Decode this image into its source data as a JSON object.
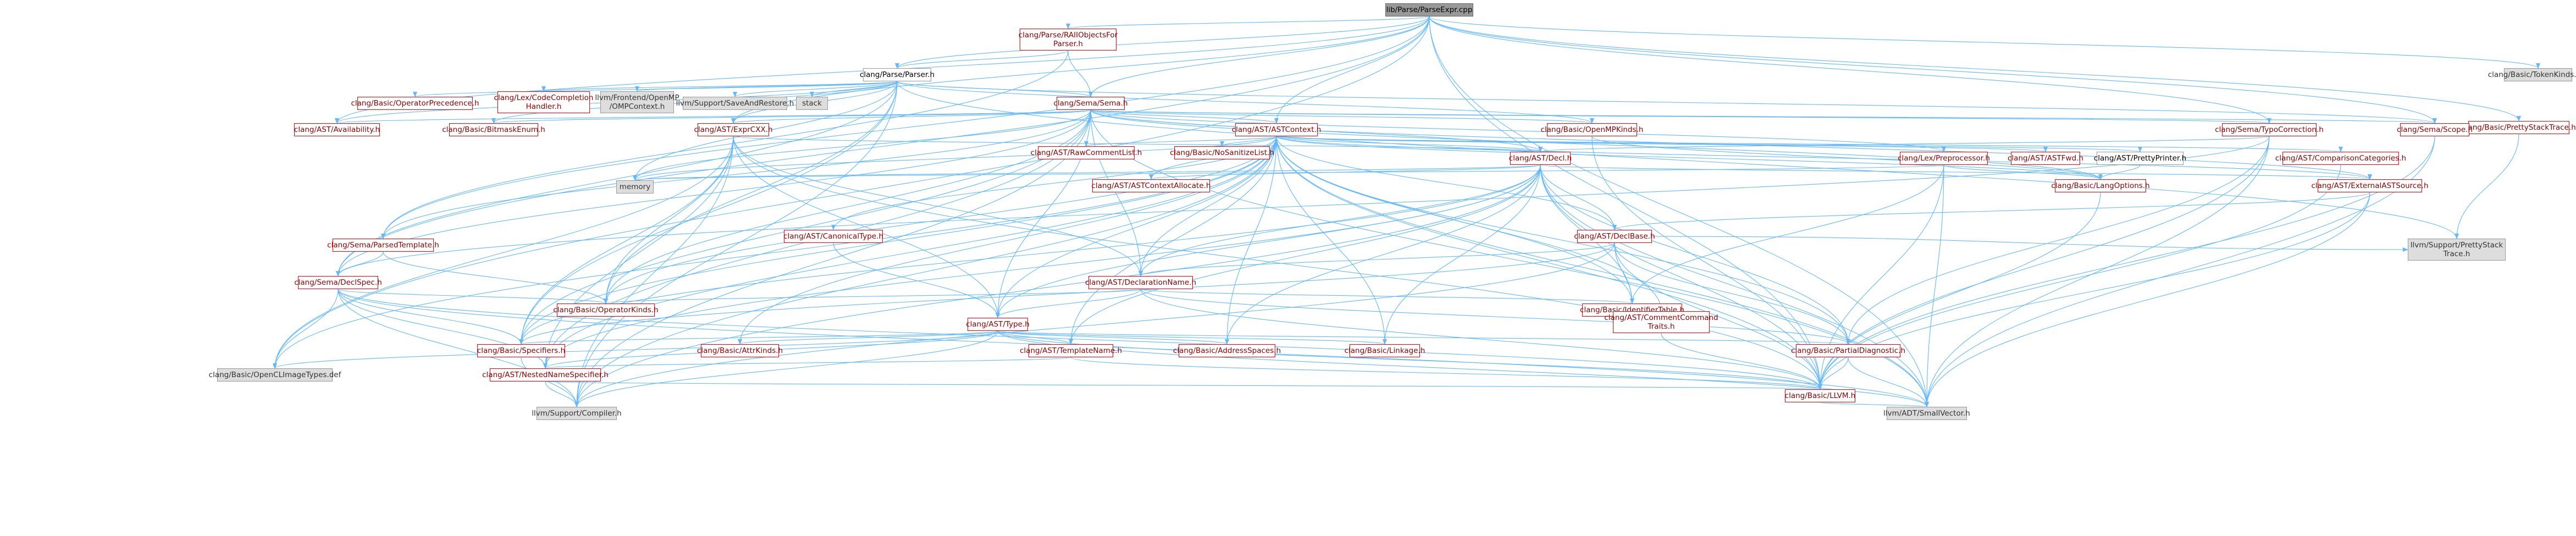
{
  "diagram": {
    "edge_color": "#63b8ff",
    "nodes": [
      {
        "id": "root",
        "label": "lib/Parse/ParseExpr.cpp",
        "kind": "root"
      },
      {
        "id": "raii",
        "label": "clang/Parse/RAIIObjectsFor\nParser.h",
        "kind": "red"
      },
      {
        "id": "parser",
        "label": "clang/Parse/Parser.h",
        "kind": "plain"
      },
      {
        "id": "tokenkinds",
        "label": "clang/Basic/TokenKinds.def",
        "kind": "gray"
      },
      {
        "id": "prettystack",
        "label": "clang/Basic/PrettyStackTrace.h",
        "kind": "red"
      },
      {
        "id": "opprec",
        "label": "clang/Basic/OperatorPrecedence.h",
        "kind": "red"
      },
      {
        "id": "codecomp",
        "label": "clang/Lex/CodeCompletion\nHandler.h",
        "kind": "red"
      },
      {
        "id": "omp",
        "label": "llvm/Frontend/OpenMP\n/OMPContext.h",
        "kind": "gray"
      },
      {
        "id": "saverestore",
        "label": "llvm/Support/SaveAndRestore.h",
        "kind": "gray"
      },
      {
        "id": "stack",
        "label": "stack",
        "kind": "gray"
      },
      {
        "id": "sema",
        "label": "clang/Sema/Sema.h",
        "kind": "red"
      },
      {
        "id": "availability",
        "label": "clang/AST/Availability.h",
        "kind": "red"
      },
      {
        "id": "bitmask",
        "label": "clang/Basic/BitmaskEnum.h",
        "kind": "red"
      },
      {
        "id": "exprcxx",
        "label": "clang/AST/ExprCXX.h",
        "kind": "red"
      },
      {
        "id": "astcontext",
        "label": "clang/AST/ASTContext.h",
        "kind": "red"
      },
      {
        "id": "openmpkinds",
        "label": "clang/Basic/OpenMPKinds.h",
        "kind": "red"
      },
      {
        "id": "typocorr",
        "label": "clang/Sema/TypoCorrection.h",
        "kind": "red"
      },
      {
        "id": "scope",
        "label": "clang/Sema/Scope.h",
        "kind": "red"
      },
      {
        "id": "rawcomment",
        "label": "clang/AST/RawCommentList.h",
        "kind": "red"
      },
      {
        "id": "nosanitize",
        "label": "clang/Basic/NoSanitizeList.h",
        "kind": "red"
      },
      {
        "id": "decl",
        "label": "clang/AST/Decl.h",
        "kind": "red"
      },
      {
        "id": "preprocessor",
        "label": "clang/Lex/Preprocessor.h",
        "kind": "red"
      },
      {
        "id": "astfwd",
        "label": "clang/AST/ASTFwd.h",
        "kind": "red"
      },
      {
        "id": "prettyprinter",
        "label": "clang/AST/PrettyPrinter.h",
        "kind": "plain"
      },
      {
        "id": "comparison",
        "label": "clang/AST/ComparisonCategories.h",
        "kind": "red"
      },
      {
        "id": "memory",
        "label": "memory",
        "kind": "gray"
      },
      {
        "id": "ctxalloc",
        "label": "clang/AST/ASTContextAllocate.h",
        "kind": "red"
      },
      {
        "id": "langopts",
        "label": "clang/Basic/LangOptions.h",
        "kind": "red"
      },
      {
        "id": "extsource",
        "label": "clang/AST/ExternalASTSource.h",
        "kind": "red"
      },
      {
        "id": "canontype",
        "label": "clang/AST/CanonicalType.h",
        "kind": "red"
      },
      {
        "id": "declbase",
        "label": "clang/AST/DeclBase.h",
        "kind": "red"
      },
      {
        "id": "parsedtmpl",
        "label": "clang/Sema/ParsedTemplate.h",
        "kind": "red"
      },
      {
        "id": "llvmpretty",
        "label": "llvm/Support/PrettyStack\nTrace.h",
        "kind": "gray"
      },
      {
        "id": "declspec",
        "label": "clang/Sema/DeclSpec.h",
        "kind": "red"
      },
      {
        "id": "declname",
        "label": "clang/AST/DeclarationName.h",
        "kind": "red"
      },
      {
        "id": "identtable",
        "label": "clang/Basic/IdentifierTable.h",
        "kind": "red"
      },
      {
        "id": "opkinds",
        "label": "clang/Basic/OperatorKinds.h",
        "kind": "red"
      },
      {
        "id": "type",
        "label": "clang/AST/Type.h",
        "kind": "red"
      },
      {
        "id": "commenttraits",
        "label": "clang/AST/CommentCommand\nTraits.h",
        "kind": "red"
      },
      {
        "id": "specifiers",
        "label": "clang/Basic/Specifiers.h",
        "kind": "red"
      },
      {
        "id": "attrkinds",
        "label": "clang/Basic/AttrKinds.h",
        "kind": "red"
      },
      {
        "id": "templatename",
        "label": "clang/AST/TemplateName.h",
        "kind": "red"
      },
      {
        "id": "addrspaces",
        "label": "clang/Basic/AddressSpaces.h",
        "kind": "red"
      },
      {
        "id": "linkage",
        "label": "clang/Basic/Linkage.h",
        "kind": "red"
      },
      {
        "id": "partialdiag",
        "label": "clang/Basic/PartialDiagnostic.h",
        "kind": "red"
      },
      {
        "id": "opencl",
        "label": "clang/Basic/OpenCLImageTypes.def",
        "kind": "gray"
      },
      {
        "id": "nns",
        "label": "clang/AST/NestedNameSpecifier.h",
        "kind": "red"
      },
      {
        "id": "llvmh",
        "label": "clang/Basic/LLVM.h",
        "kind": "red"
      },
      {
        "id": "compiler",
        "label": "llvm/Support/Compiler.h",
        "kind": "gray"
      },
      {
        "id": "smallvector",
        "label": "llvm/ADT/SmallVector.h",
        "kind": "gray"
      }
    ],
    "edges": [
      [
        "root",
        "raii"
      ],
      [
        "root",
        "parser"
      ],
      [
        "root",
        "tokenkinds"
      ],
      [
        "root",
        "prettystack"
      ],
      [
        "root",
        "sema"
      ],
      [
        "root",
        "exprcxx"
      ],
      [
        "root",
        "astcontext"
      ],
      [
        "root",
        "typocorr"
      ],
      [
        "root",
        "scope"
      ],
      [
        "root",
        "parsedtmpl"
      ],
      [
        "root",
        "declspec"
      ],
      [
        "root",
        "availability"
      ],
      [
        "root",
        "opencl"
      ],
      [
        "root",
        "smallvector"
      ],
      [
        "root",
        "llvmh"
      ],
      [
        "raii",
        "parser"
      ],
      [
        "raii",
        "sema"
      ],
      [
        "raii",
        "parsedtmpl"
      ],
      [
        "parser",
        "opprec"
      ],
      [
        "parser",
        "codecomp"
      ],
      [
        "parser",
        "omp"
      ],
      [
        "parser",
        "saverestore"
      ],
      [
        "parser",
        "stack"
      ],
      [
        "parser",
        "sema"
      ],
      [
        "parser",
        "availability"
      ],
      [
        "parser",
        "bitmask"
      ],
      [
        "parser",
        "exprcxx"
      ],
      [
        "parser",
        "openmpkinds"
      ],
      [
        "parser",
        "scope"
      ],
      [
        "parser",
        "llvmpretty"
      ],
      [
        "parser",
        "declspec"
      ],
      [
        "parser",
        "specifiers"
      ],
      [
        "parser",
        "compiler"
      ],
      [
        "parser",
        "memory"
      ],
      [
        "parser",
        "opkinds"
      ],
      [
        "prettystack",
        "llvmpretty"
      ],
      [
        "sema",
        "availability"
      ],
      [
        "sema",
        "bitmask"
      ],
      [
        "sema",
        "exprcxx"
      ],
      [
        "sema",
        "astcontext"
      ],
      [
        "sema",
        "openmpkinds"
      ],
      [
        "sema",
        "typocorr"
      ],
      [
        "sema",
        "scope"
      ],
      [
        "sema",
        "decl"
      ],
      [
        "sema",
        "declspec"
      ],
      [
        "sema",
        "parsedtmpl"
      ],
      [
        "sema",
        "memory"
      ],
      [
        "sema",
        "smallvector"
      ],
      [
        "sema",
        "preprocessor"
      ],
      [
        "sema",
        "langopts"
      ],
      [
        "sema",
        "extsource"
      ],
      [
        "sema",
        "specifiers"
      ],
      [
        "sema",
        "compiler"
      ],
      [
        "sema",
        "opkinds"
      ],
      [
        "sema",
        "type"
      ],
      [
        "sema",
        "nns"
      ],
      [
        "sema",
        "declname"
      ],
      [
        "exprcxx",
        "decl"
      ],
      [
        "exprcxx",
        "type"
      ],
      [
        "exprcxx",
        "declname"
      ],
      [
        "exprcxx",
        "nns"
      ],
      [
        "exprcxx",
        "opkinds"
      ],
      [
        "exprcxx",
        "specifiers"
      ],
      [
        "exprcxx",
        "compiler"
      ],
      [
        "exprcxx",
        "llvmh"
      ],
      [
        "exprcxx",
        "opencl"
      ],
      [
        "astcontext",
        "rawcomment"
      ],
      [
        "astcontext",
        "nosanitize"
      ],
      [
        "astcontext",
        "decl"
      ],
      [
        "astcontext",
        "astfwd"
      ],
      [
        "astcontext",
        "prettyprinter"
      ],
      [
        "astcontext",
        "comparison"
      ],
      [
        "astcontext",
        "ctxalloc"
      ],
      [
        "astcontext",
        "langopts"
      ],
      [
        "astcontext",
        "extsource"
      ],
      [
        "astcontext",
        "canontype"
      ],
      [
        "astcontext",
        "declbase"
      ],
      [
        "astcontext",
        "declname"
      ],
      [
        "astcontext",
        "identtable"
      ],
      [
        "astcontext",
        "type"
      ],
      [
        "astcontext",
        "commenttraits"
      ],
      [
        "astcontext",
        "specifiers"
      ],
      [
        "astcontext",
        "attrkinds"
      ],
      [
        "astcontext",
        "templatename"
      ],
      [
        "astcontext",
        "addrspaces"
      ],
      [
        "astcontext",
        "linkage"
      ],
      [
        "astcontext",
        "partialdiag"
      ],
      [
        "astcontext",
        "nns"
      ],
      [
        "astcontext",
        "opkinds"
      ],
      [
        "astcontext",
        "llvmh"
      ],
      [
        "astcontext",
        "smallvector"
      ],
      [
        "astcontext",
        "compiler"
      ],
      [
        "astcontext",
        "memory"
      ],
      [
        "astcontext",
        "opencl"
      ],
      [
        "openmpkinds",
        "langopts"
      ],
      [
        "openmpkinds",
        "llvmh"
      ],
      [
        "typocorr",
        "decl"
      ],
      [
        "typocorr",
        "declspec"
      ],
      [
        "typocorr",
        "partialdiag"
      ],
      [
        "typocorr",
        "llvmh"
      ],
      [
        "typocorr",
        "smallvector"
      ],
      [
        "scope",
        "llvmh"
      ],
      [
        "scope",
        "smallvector"
      ],
      [
        "decl",
        "ctxalloc"
      ],
      [
        "decl",
        "declbase"
      ],
      [
        "decl",
        "declname"
      ],
      [
        "decl",
        "extsource"
      ],
      [
        "decl",
        "nns"
      ],
      [
        "decl",
        "type"
      ],
      [
        "decl",
        "identtable"
      ],
      [
        "decl",
        "linkage"
      ],
      [
        "decl",
        "partialdiag"
      ],
      [
        "decl",
        "specifiers"
      ],
      [
        "decl",
        "addrspaces"
      ],
      [
        "decl",
        "llvmh"
      ],
      [
        "decl",
        "smallvector"
      ],
      [
        "decl",
        "compiler"
      ],
      [
        "decl",
        "memory"
      ],
      [
        "decl",
        "templatename"
      ],
      [
        "preprocessor",
        "identtable"
      ],
      [
        "preprocessor",
        "langopts"
      ],
      [
        "preprocessor",
        "llvmh"
      ],
      [
        "preprocessor",
        "smallvector"
      ],
      [
        "preprocessor",
        "memory"
      ],
      [
        "prettyprinter",
        "langopts"
      ],
      [
        "comparison",
        "llvmh"
      ],
      [
        "langopts",
        "llvmh"
      ],
      [
        "extsource",
        "declbase"
      ],
      [
        "extsource",
        "llvmh"
      ],
      [
        "extsource",
        "smallvector"
      ],
      [
        "canontype",
        "type"
      ],
      [
        "declbase",
        "declname"
      ],
      [
        "declbase",
        "identtable"
      ],
      [
        "declbase",
        "specifiers"
      ],
      [
        "declbase",
        "llvmh"
      ],
      [
        "declbase",
        "compiler"
      ],
      [
        "declbase",
        "llvmpretty"
      ],
      [
        "declbase",
        "partialdiag"
      ],
      [
        "parsedtmpl",
        "declspec"
      ],
      [
        "parsedtmpl",
        "opkinds"
      ],
      [
        "declspec",
        "specifiers"
      ],
      [
        "declspec",
        "opkinds"
      ],
      [
        "declspec",
        "nns"
      ],
      [
        "declspec",
        "llvmh"
      ],
      [
        "declspec",
        "opencl"
      ],
      [
        "declspec",
        "compiler"
      ],
      [
        "declspec",
        "smallvector"
      ],
      [
        "declname",
        "identtable"
      ],
      [
        "declname",
        "opkinds"
      ],
      [
        "declname",
        "type"
      ],
      [
        "declname",
        "llvmh"
      ],
      [
        "declname",
        "partialdiag"
      ],
      [
        "type",
        "specifiers"
      ],
      [
        "type",
        "attrkinds"
      ],
      [
        "type",
        "templatename"
      ],
      [
        "type",
        "addrspaces"
      ],
      [
        "type",
        "linkage"
      ],
      [
        "type",
        "partialdiag"
      ],
      [
        "type",
        "nns"
      ],
      [
        "type",
        "llvmh"
      ],
      [
        "type",
        "compiler"
      ],
      [
        "type",
        "opencl"
      ],
      [
        "type",
        "smallvector"
      ],
      [
        "commenttraits",
        "llvmh"
      ],
      [
        "specifiers",
        "compiler"
      ],
      [
        "templatename",
        "nns"
      ],
      [
        "templatename",
        "llvmh"
      ],
      [
        "partialdiag",
        "llvmh"
      ],
      [
        "partialdiag",
        "smallvector"
      ],
      [
        "nns",
        "llvmh"
      ],
      [
        "nns",
        "compiler"
      ],
      [
        "llvmh",
        "smallvector"
      ]
    ]
  }
}
